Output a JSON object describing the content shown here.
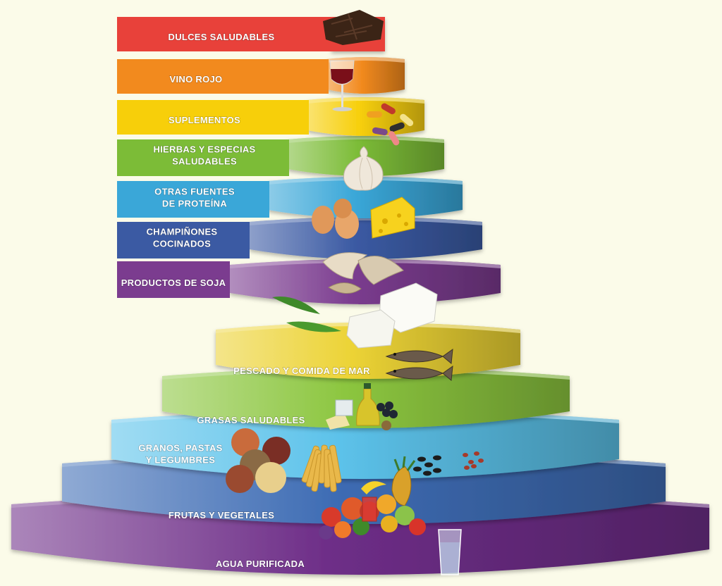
{
  "tiers": [
    {
      "id": "dulces",
      "lines": [
        "DULCES SALUDABLES"
      ],
      "color": "#e8413a",
      "food_icon": "chocolate-icon"
    },
    {
      "id": "vino",
      "lines": [
        "VINO ROJO"
      ],
      "color": "#f28a1e",
      "food_icon": "wine-glass-icon"
    },
    {
      "id": "suplementos",
      "lines": [
        "SUPLEMENTOS"
      ],
      "color": "#f7cf0a",
      "food_icon": "pills-icon"
    },
    {
      "id": "hierbas",
      "lines": [
        "HIERBAS Y ESPECIAS",
        "SALUDABLES"
      ],
      "color": "#7cbc37",
      "food_icon": "garlic-icon"
    },
    {
      "id": "proteina",
      "lines": [
        "OTRAS FUENTES",
        "DE PROTEÍNA"
      ],
      "color": "#3aa7d8",
      "food_icon": "eggs-cheese-icon"
    },
    {
      "id": "champinones",
      "lines": [
        "CHAMPIÑONES",
        "COCINADOS"
      ],
      "color": "#3b5aa3",
      "food_icon": "mushroom-icon"
    },
    {
      "id": "soja",
      "lines": [
        "PRODUCTOS DE SOJA"
      ],
      "color": "#7b3c8f",
      "food_icon": "tofu-edamame-icon"
    },
    {
      "id": "pescado",
      "lines": [
        "PESCADO Y COMIDA DE MAR"
      ],
      "color": "#ecd335",
      "food_icon": "fish-icon"
    },
    {
      "id": "grasas",
      "lines": [
        "GRASAS SALUDABLES"
      ],
      "color": "#8cc63f",
      "food_icon": "olive-oil-icon"
    },
    {
      "id": "granos",
      "lines": [
        "GRANOS, PASTAS",
        "Y LEGUMBRES"
      ],
      "color": "#5cc2ea",
      "food_icon": "grains-pasta-icon"
    },
    {
      "id": "frutas",
      "lines": [
        "FRUTAS Y VEGETALES"
      ],
      "color": "#3e6cb4",
      "food_icon": "fruits-vegetables-icon"
    },
    {
      "id": "agua",
      "lines": [
        "AGUA PURIFICADA"
      ],
      "color": "#6e2e88",
      "food_icon": "water-glass-icon"
    }
  ]
}
